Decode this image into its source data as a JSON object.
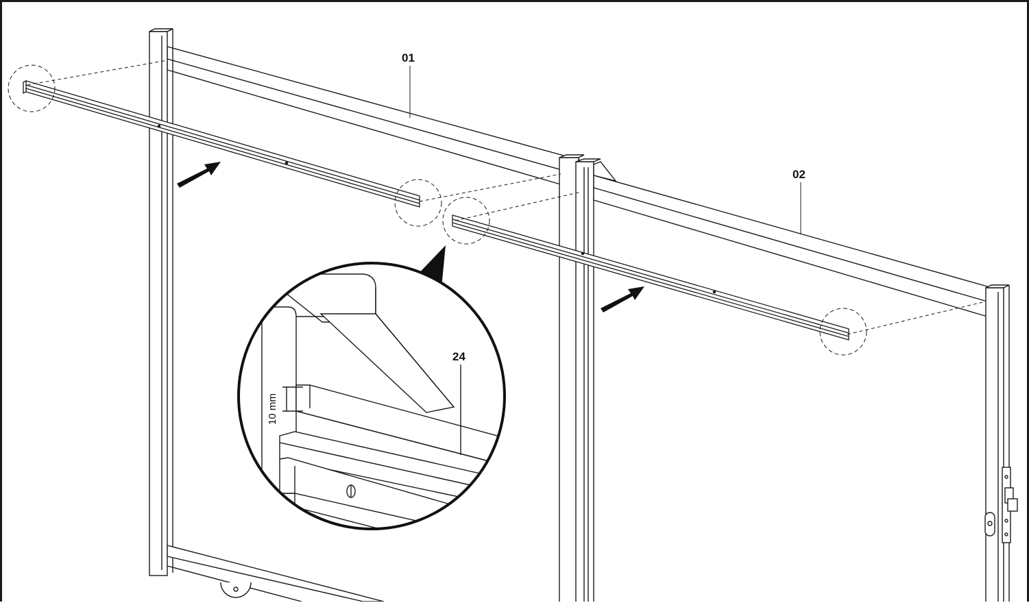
{
  "figure": {
    "callouts": {
      "panel_1": "01",
      "panel_2": "02",
      "part": "24"
    },
    "dimension": "10 mm",
    "colors": {
      "line": "#1a1a1a",
      "panel": "#ffffff",
      "arrow": "#111111"
    }
  }
}
